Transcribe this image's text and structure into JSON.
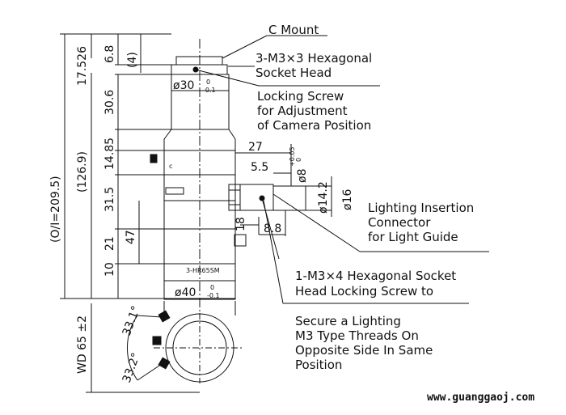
{
  "callouts": {
    "c_mount": "C Mount",
    "hex_head_1": "3-M3×3 Hexagonal",
    "hex_head_2": "Socket Head",
    "locking_1": "Locking Screw",
    "locking_2": "for Adjustment",
    "locking_3": "of Camera Position",
    "lighting_1": "Lighting Insertion",
    "lighting_2": "Connector",
    "lighting_3": "for Light Guide",
    "m3x4_1": "1-M3×4 Hexagonal Socket",
    "m3x4_2": "Head Locking Screw to",
    "secure_1": "Secure a Lighting",
    "secure_2": "M3 Type Threads On",
    "secure_3": "Opposite Side In Same",
    "secure_4": "Position"
  },
  "dimensions": {
    "oi": "(O/I=209.5)",
    "d17526": "17.526",
    "d1269": "(126.9)",
    "d68": "6.8",
    "d4": "(4)",
    "d306": "30.6",
    "d1485": "14.85",
    "d315": "31.5",
    "d21": "21",
    "d47": "47",
    "d10": "10",
    "d27": "27",
    "d55": "5.5",
    "d8": "ø8",
    "d8_tol_up": "+0.05",
    "d8_tol_lo": "0",
    "d142": "ø14.2",
    "d16": "ø16",
    "d18": "18",
    "d88": "8.8",
    "d30": "ø30",
    "d30_tol_up": "0",
    "d30_tol_lo": "-0.1",
    "d40": "ø40",
    "d40_tol_up": "0",
    "d40_tol_lo": "-0.1",
    "wd": "WD 65 ±2",
    "a331": "33.1°",
    "a332": "33.2°"
  },
  "body_marks": {
    "c_mark": "c",
    "model_label": "3-HR65SM"
  },
  "watermark": "www.guanggaoj.com"
}
